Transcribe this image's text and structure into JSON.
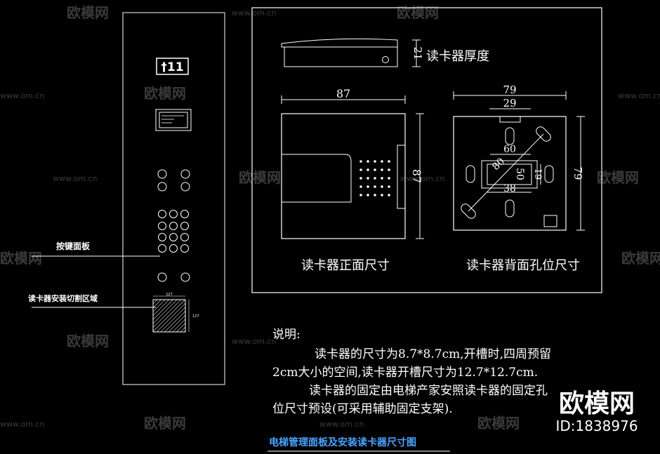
{
  "panel": {
    "display_label": "†11",
    "keypad_label": "按键面板",
    "cut_area_label": "读卡器安装切割区域",
    "cut_dim_w": "127",
    "cut_dim_h": "127"
  },
  "reader": {
    "thickness_label": "读卡器厚度",
    "thickness_dim": "21",
    "front_label": "读卡器正面尺寸",
    "front_width": "87",
    "front_height": "87",
    "back_label": "读卡器背面孔位尺寸",
    "back_width": "79",
    "back_height": "79",
    "back_top_slot": "29",
    "back_hole_60": "60",
    "back_diag_80": "80",
    "back_hole_50": "50",
    "back_hole_19": "19",
    "back_hole_38": "38"
  },
  "notes": {
    "heading": "说明:",
    "line1": "读卡器的尺寸为8.7*8.7cm,开槽时,四周预留",
    "line2": "2cm大小的空间,读卡器开槽尺寸为12.7*12.7cm.",
    "line3": "读卡器的固定由电梯产家安照读卡器的固定孔",
    "line4": "位尺寸预设(可采用辅助固定支架)."
  },
  "title": "电梯管理面板及安装读卡器尺寸图",
  "watermark": {
    "brand": "欧模网",
    "url": "www.om.cn",
    "id": "ID:1838976"
  },
  "colors": {
    "background": "#000000",
    "lines": "#ffffff",
    "title": "#4aa3ff",
    "watermark": "#3a3a3a"
  }
}
